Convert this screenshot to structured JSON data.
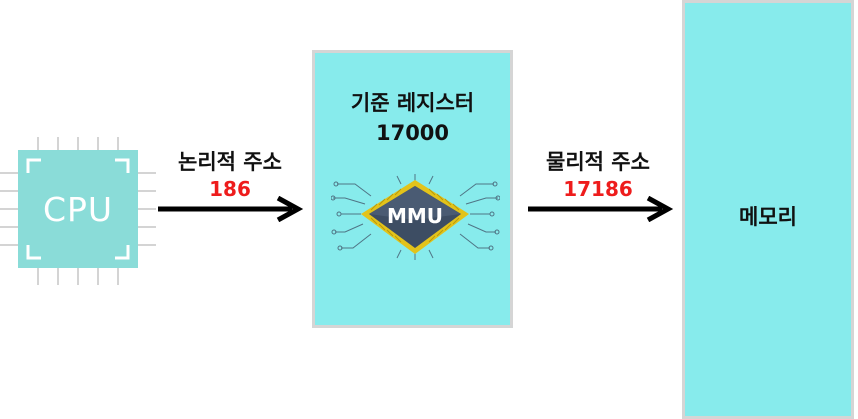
{
  "cpu": {
    "label": "CPU"
  },
  "logical": {
    "label": "논리적 주소",
    "value": "186"
  },
  "mmu": {
    "title": "기준 레지스터",
    "base_value": "17000",
    "chip_label": "MMU"
  },
  "physical": {
    "label": "물리적 주소",
    "value": "17186"
  },
  "memory": {
    "label": "메모리"
  },
  "colors": {
    "box_fill": "#87ebec",
    "cpu_fill": "#8adcd8",
    "address_value": "#ee1c1c",
    "chip_body": "#3d4d63",
    "chip_pins": "#e3c31a"
  }
}
